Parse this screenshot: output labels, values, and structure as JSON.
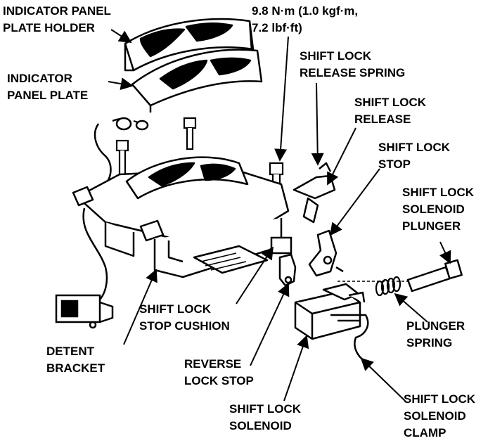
{
  "labels": {
    "indicator_panel_plate_holder": [
      "INDICATOR PANEL",
      "PLATE HOLDER"
    ],
    "torque_spec": [
      "9.8 N·m (1.0 kgf·m,",
      "7.2 lbf·ft)"
    ],
    "shift_lock_release_spring": [
      "SHIFT LOCK",
      "RELEASE SPRING"
    ],
    "indicator_panel_plate": [
      "INDICATOR",
      "PANEL PLATE"
    ],
    "shift_lock_release": [
      "SHIFT LOCK",
      "RELEASE"
    ],
    "shift_lock_stop": [
      "SHIFT LOCK",
      "STOP"
    ],
    "shift_lock_solenoid_plunger": [
      "SHIFT LOCK",
      "SOLENOID",
      "PLUNGER"
    ],
    "shift_lock_stop_cushion": [
      "SHIFT LOCK",
      "STOP CUSHION"
    ],
    "plunger_spring": [
      "PLUNGER",
      "SPRING"
    ],
    "detent_bracket": [
      "DETENT",
      "BRACKET"
    ],
    "reverse_lock_stop": [
      "REVERSE",
      "LOCK STOP"
    ],
    "shift_lock_solenoid": [
      "SHIFT LOCK",
      "SOLENOID"
    ],
    "shift_lock_solenoid_clamp": [
      "SHIFT LOCK",
      "SOLENOID",
      "CLAMP"
    ]
  }
}
